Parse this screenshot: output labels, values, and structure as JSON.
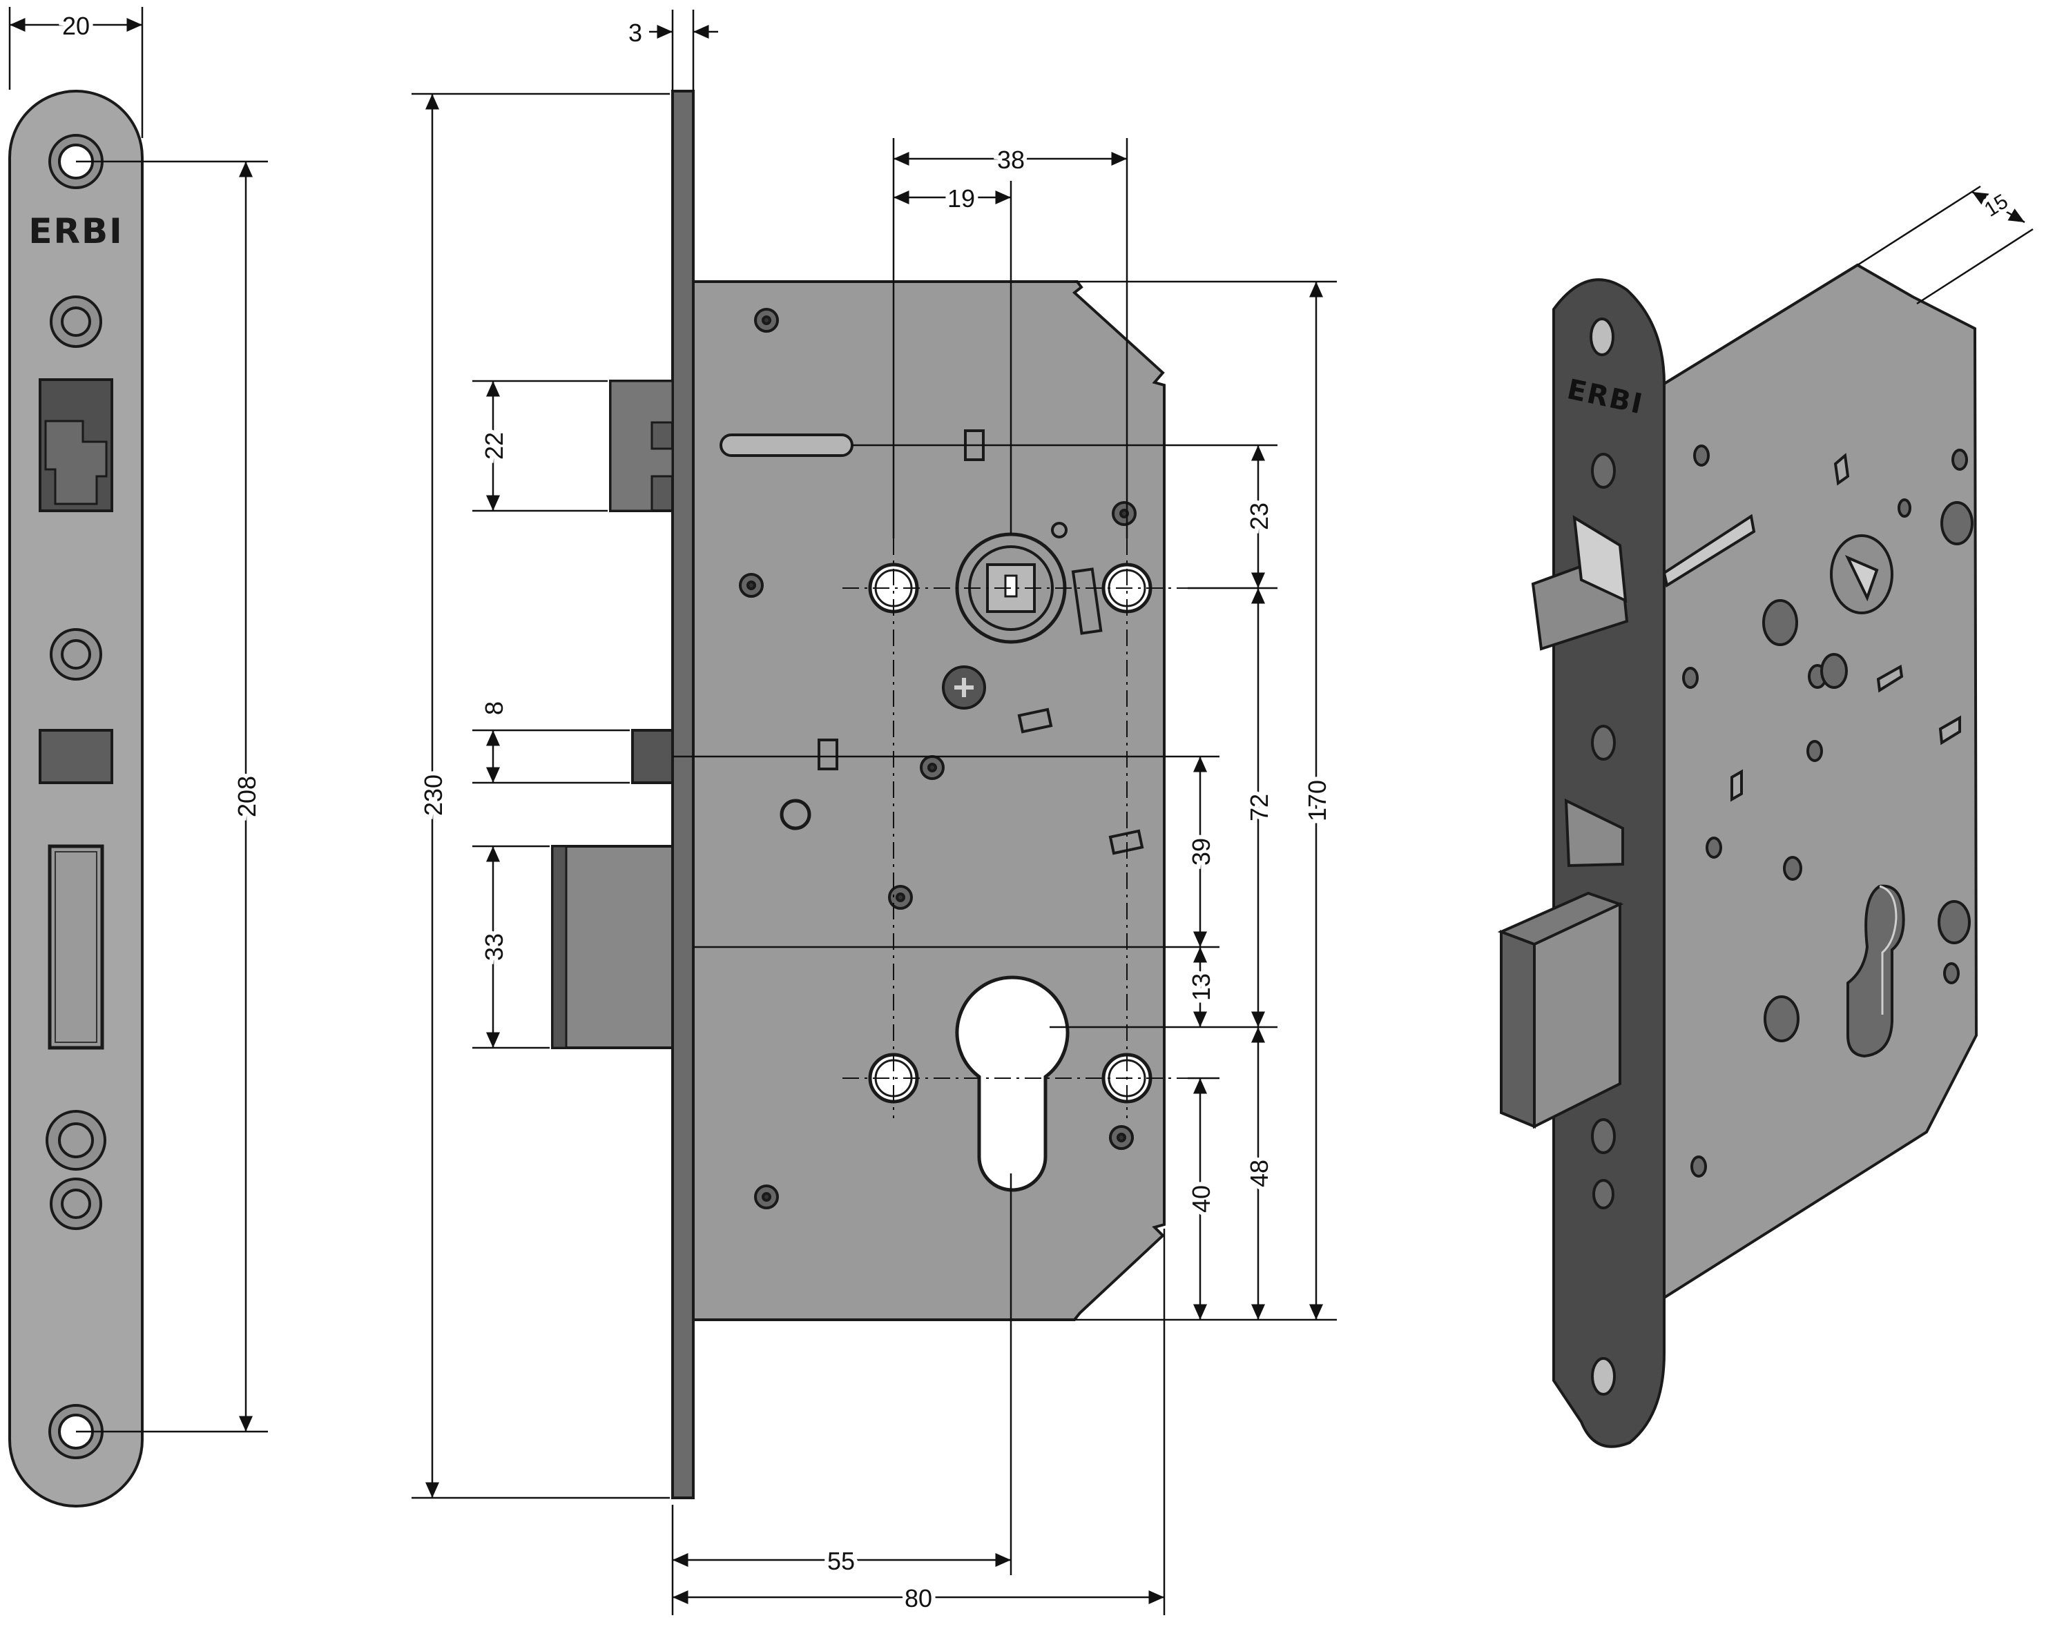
{
  "brand": "ERBI",
  "colors": {
    "plate_fill": "#a6a6a6",
    "body_fill": "#9a9a9a",
    "dark_fill": "#555555",
    "outline": "#1a1a1a",
    "background": "#ffffff"
  },
  "dimensions": {
    "faceplate_width": "20",
    "faceplate_thickness": "3",
    "hole_spacing": "208",
    "total_height": "230",
    "latch_height": "22",
    "deadlatch_height": "8",
    "bolt_height": "33",
    "follower_to_handle_holes": "38",
    "follower_offset": "19",
    "top_to_follower": "23",
    "follower_to_cylinder": "72",
    "case_height": "170",
    "bolt_to_aux": "39",
    "aux_to_cylinder": "13",
    "cylinder_to_bottom": "48",
    "cylinder_to_case_bottom": "40",
    "backset": "55",
    "case_depth": "80",
    "case_thickness": "15"
  },
  "views": [
    "front-faceplate",
    "side-elevation",
    "isometric"
  ]
}
